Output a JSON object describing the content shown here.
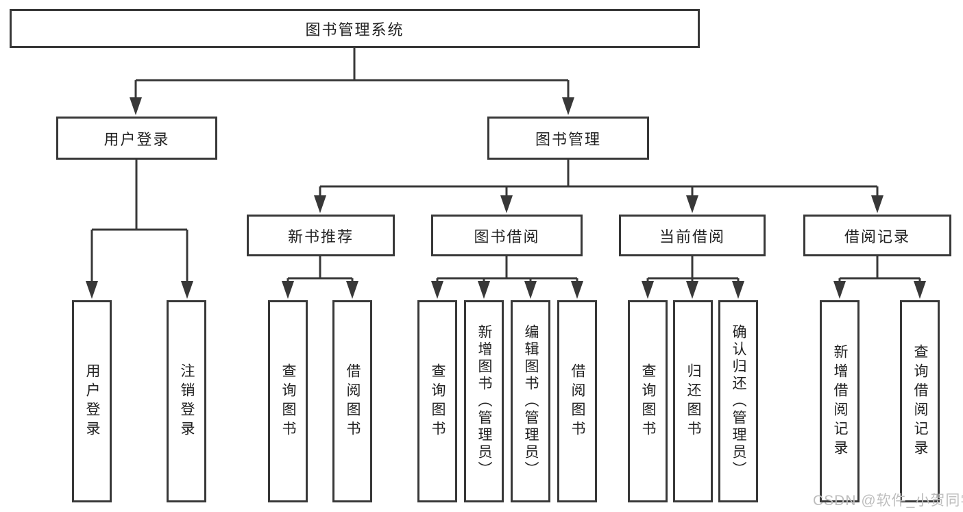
{
  "tree": {
    "root": {
      "label": "图书管理系统"
    },
    "children": [
      {
        "label": "用户登录",
        "children": [
          {
            "label": "用户登录"
          },
          {
            "label": "注销登录"
          }
        ]
      },
      {
        "label": "图书管理",
        "children": [
          {
            "label": "新书推荐",
            "children": [
              {
                "label": "查询图书"
              },
              {
                "label": "借阅图书"
              }
            ]
          },
          {
            "label": "图书借阅",
            "children": [
              {
                "label": "查询图书"
              },
              {
                "label": "新增图书（管理员）"
              },
              {
                "label": "编辑图书（管理员）"
              },
              {
                "label": "借阅图书"
              }
            ]
          },
          {
            "label": "当前借阅",
            "children": [
              {
                "label": "查询图书"
              },
              {
                "label": "归还图书"
              },
              {
                "label": "确认归还（管理员）"
              }
            ]
          },
          {
            "label": "借阅记录",
            "children": [
              {
                "label": "新增借阅记录"
              },
              {
                "label": "查询借阅记录"
              }
            ]
          }
        ]
      }
    ]
  },
  "watermark": "CSDN @软件_小贺同学",
  "colors": {
    "line": "#383838",
    "box_border": "#383838",
    "text": "#222222",
    "watermark_text": "#bdbdbd",
    "background": "#ffffff"
  }
}
